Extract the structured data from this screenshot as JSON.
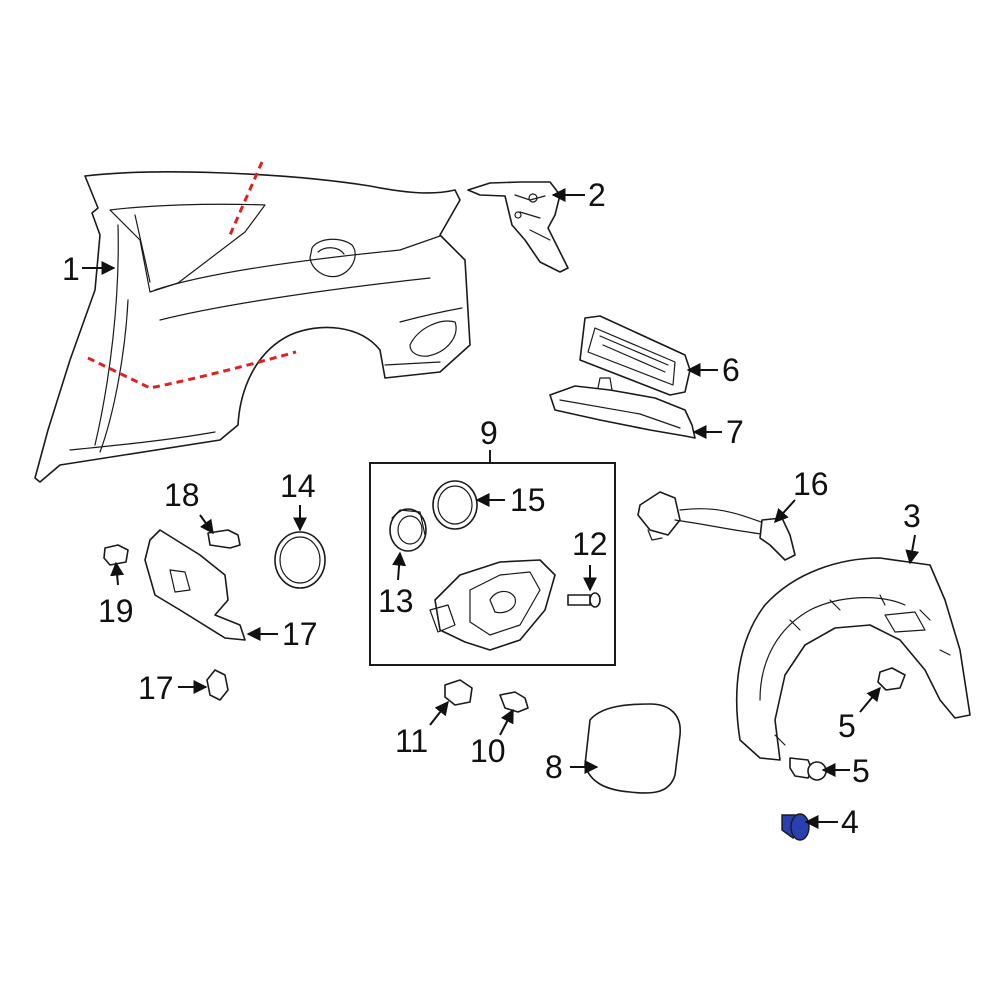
{
  "callouts": [
    {
      "id": "c1",
      "label": "1"
    },
    {
      "id": "c2",
      "label": "2"
    },
    {
      "id": "c3",
      "label": "3"
    },
    {
      "id": "c4",
      "label": "4"
    },
    {
      "id": "c5a",
      "label": "5"
    },
    {
      "id": "c5b",
      "label": "5"
    },
    {
      "id": "c6",
      "label": "6"
    },
    {
      "id": "c7",
      "label": "7"
    },
    {
      "id": "c8",
      "label": "8"
    },
    {
      "id": "c9",
      "label": "9"
    },
    {
      "id": "c10",
      "label": "10"
    },
    {
      "id": "c11",
      "label": "11"
    },
    {
      "id": "c12",
      "label": "12"
    },
    {
      "id": "c13",
      "label": "13"
    },
    {
      "id": "c14",
      "label": "14"
    },
    {
      "id": "c15",
      "label": "15"
    },
    {
      "id": "c16",
      "label": "16"
    },
    {
      "id": "c17",
      "label": "17"
    },
    {
      "id": "c18",
      "label": "18"
    },
    {
      "id": "c19",
      "label": "19"
    },
    {
      "id": "c20",
      "label": "20"
    }
  ],
  "colors": {
    "cut_line": "#e02020",
    "highlight_part": "#2a3fb0",
    "line": "#1a1a1a",
    "background": "#ffffff"
  },
  "highlighted_part": "4"
}
